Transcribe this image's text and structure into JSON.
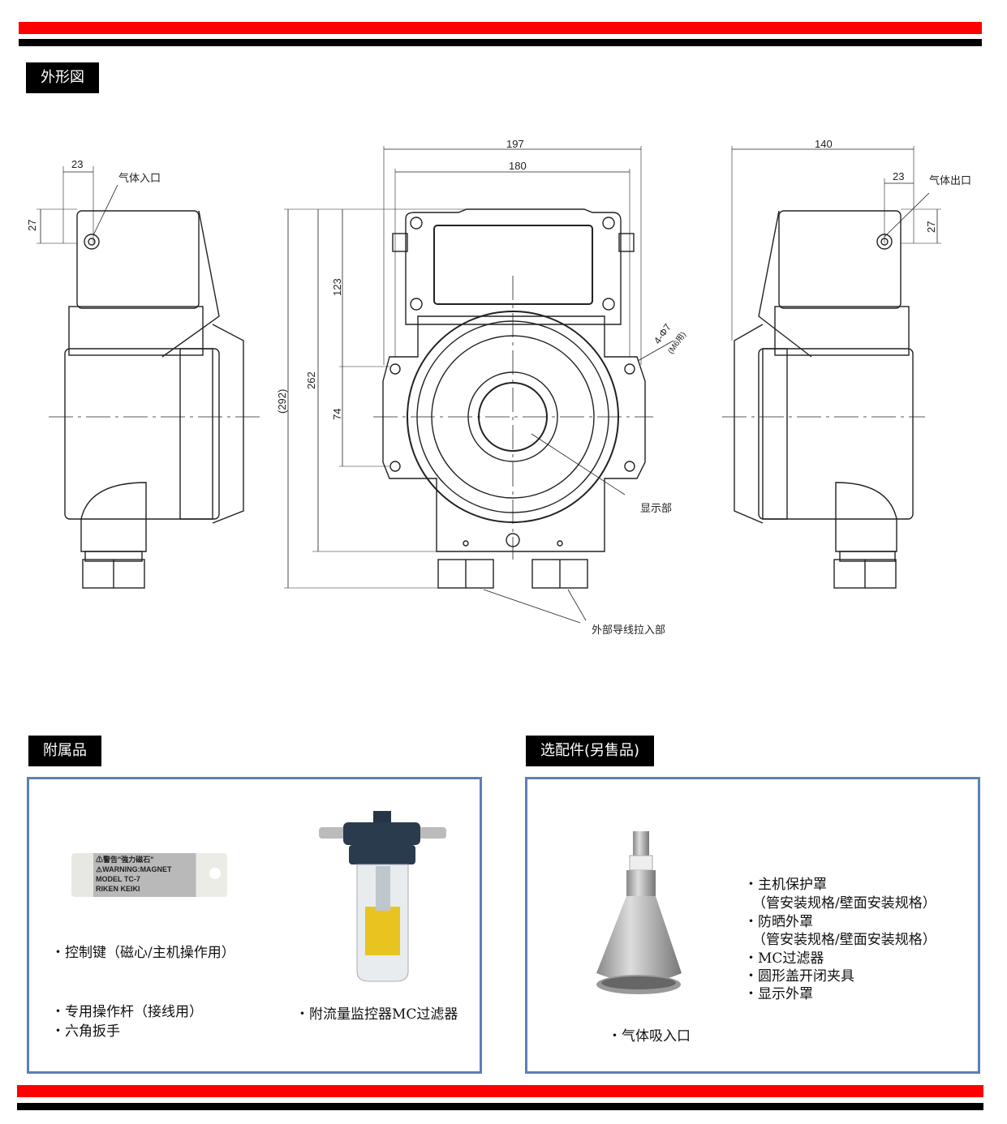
{
  "sections": {
    "outline": "外形図",
    "accessories": "附属品",
    "options": "选配件(另售品)"
  },
  "drawing": {
    "left_view": {
      "dim_h": "23",
      "dim_v": "27",
      "label": "气体入口"
    },
    "front_view": {
      "width_overall": "197",
      "width_mount": "180",
      "height_upper": "123",
      "height_main": "262",
      "height_lower": "74",
      "height_total": "(292)",
      "holes": "4-Φ7",
      "holes_note": "(M6用)",
      "display_label": "显示部",
      "cable_label": "外部导线拉入部"
    },
    "right_view": {
      "width": "140",
      "dim_h": "23",
      "dim_v": "27",
      "label": "气体出口"
    }
  },
  "accessories": {
    "magnet_label_lines": [
      "⚠警告\"強力磁石\"",
      "⚠WARNING:MAGNET",
      "MODEL TC-7",
      "RIKEN KEIKI"
    ],
    "items": [
      "・控制键（磁心/主机操作用）",
      "・专用操作杆（接线用）",
      "・六角扳手",
      "・附流量监控器MC过滤器"
    ]
  },
  "options": {
    "photo_caption": "・气体吸入口",
    "items": [
      "・主机保护罩",
      "（管安装规格/壁面安装规格）",
      "・防晒外罩",
      "（管安装规格/壁面安装规格）",
      "・MC过滤器",
      "・圆形盖开闭夹具",
      "・显示外罩"
    ]
  },
  "colors": {
    "red": "#ff0000",
    "black": "#000000",
    "panel_border": "#5b80b8"
  }
}
